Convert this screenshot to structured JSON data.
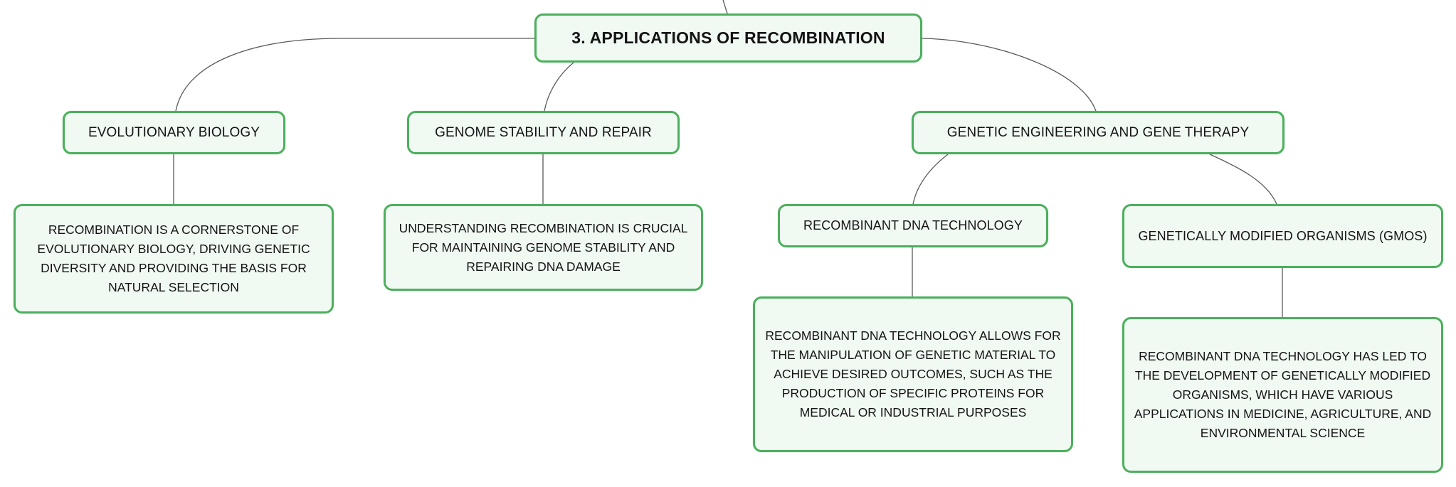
{
  "diagram": {
    "type": "mind-map",
    "colors": {
      "node_border": "#4caf5d",
      "node_fill": "#f1f9f3",
      "connector": "#5a5a5a",
      "text": "#141414",
      "background": "#ffffff"
    },
    "root": {
      "label": "3. APPLICATIONS OF RECOMBINATION"
    },
    "branches": [
      {
        "label": "EVOLUTIONARY BIOLOGY",
        "description": "RECOMBINATION IS A CORNERSTONE OF EVOLUTIONARY BIOLOGY, DRIVING GENETIC DIVERSITY AND PROVIDING THE BASIS FOR NATURAL SELECTION"
      },
      {
        "label": "GENOME STABILITY AND REPAIR",
        "description": "UNDERSTANDING RECOMBINATION IS CRUCIAL FOR MAINTAINING GENOME STABILITY AND REPAIRING DNA DAMAGE"
      },
      {
        "label": "GENETIC ENGINEERING AND GENE THERAPY",
        "children": [
          {
            "label": "RECOMBINANT DNA TECHNOLOGY",
            "description": "RECOMBINANT DNA TECHNOLOGY ALLOWS FOR THE MANIPULATION OF GENETIC MATERIAL TO ACHIEVE DESIRED OUTCOMES, SUCH AS THE PRODUCTION OF SPECIFIC PROTEINS FOR MEDICAL OR INDUSTRIAL PURPOSES"
          },
          {
            "label": "GENETICALLY MODIFIED ORGANISMS (GMOS)",
            "description": "RECOMBINANT DNA TECHNOLOGY HAS LED TO THE DEVELOPMENT OF GENETICALLY MODIFIED ORGANISMS, WHICH HAVE VARIOUS APPLICATIONS IN MEDICINE, AGRICULTURE, AND ENVIRONMENTAL SCIENCE"
          }
        ]
      }
    ]
  }
}
